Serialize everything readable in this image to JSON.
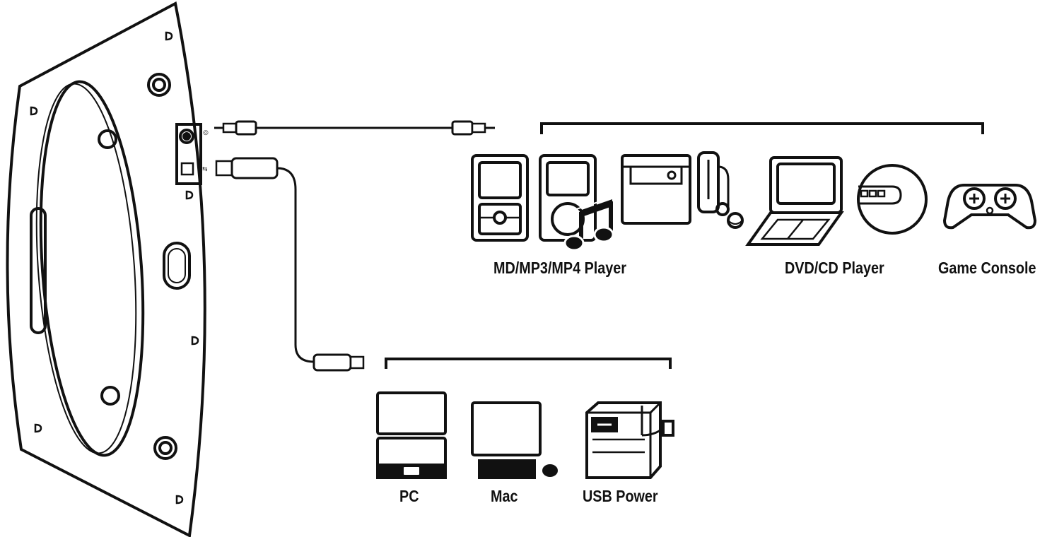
{
  "labels": {
    "md_player": "MD/MP3/MP4 Player",
    "dvd_player": "DVD/CD Player",
    "game_console": "Game Console",
    "pc": "PC",
    "mac": "Mac",
    "usb_power": "USB Power"
  },
  "icons": {
    "speaker": "speaker-rear-panel-icon",
    "aux_cable": "audio-cable-icon",
    "usb_cable": "usb-cable-icon",
    "mp3_player": "mp3-player-icon",
    "ipod": "ipod-icon",
    "music_note": "music-note-icon",
    "minidisc": "minidisc-player-icon",
    "laptop_dvd": "laptop-dvd-icon",
    "cd_player": "cd-player-icon",
    "gamepad": "gamepad-icon",
    "pc": "pc-laptop-icon",
    "mac": "mac-computer-icon",
    "adapter": "usb-power-adapter-icon"
  },
  "colors": {
    "ink": "#111111",
    "paper": "#ffffff"
  }
}
